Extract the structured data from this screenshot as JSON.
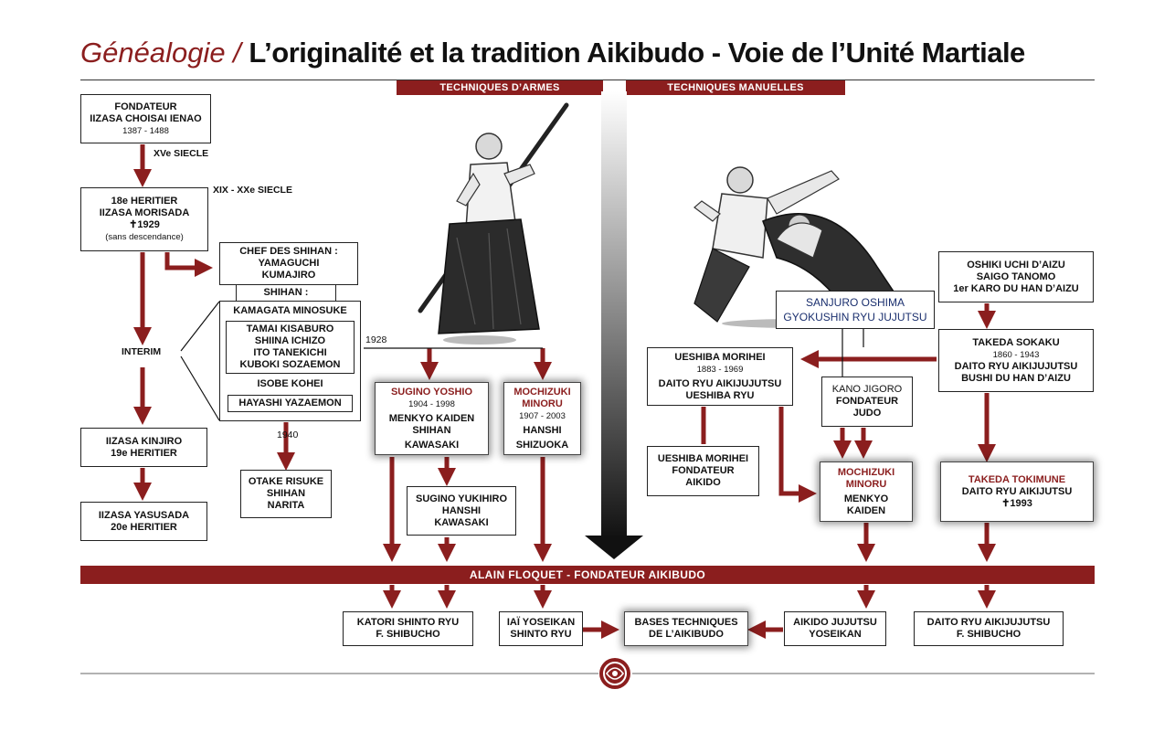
{
  "title": {
    "part1": "Généalogie / ",
    "part2": "L’originalité et la tradition Aikibudo - Voie de l’Unité Martiale"
  },
  "sections": {
    "weapons": "TECHNIQUES D’ARMES",
    "manual": "TECHNIQUES MANUELLES"
  },
  "labels": {
    "xv_siecle": "XVe SIECLE",
    "xix_xx_siecle": "XIX - XXe SIECLE",
    "interim": "INTERIM",
    "y1928": "1928",
    "y1940": "1940"
  },
  "left": {
    "fondateur": [
      "FONDATEUR",
      "IIZASA CHOISAI IENAO",
      "1387 - 1488"
    ],
    "heritier18": [
      "18e HERITIER",
      "IIZASA MORISADA",
      "✝1929",
      "(sans descendance)"
    ],
    "chef_shihan": [
      "CHEF DES SHIHAN :",
      "YAMAGUCHI",
      "KUMAJIRO"
    ],
    "shihan_label": "SHIHAN :",
    "kamagata": "KAMAGATA MINOSUKE",
    "group": [
      "TAMAI KISABURO",
      "SHIINA ICHIZO",
      "ITO TANEKICHI",
      "KUBOKI SOZAEMON"
    ],
    "isobe": "ISOBE KOHEI",
    "hayashi": "HAYASHI YAZAEMON",
    "kinjiro": [
      "IIZASA KINJIRO",
      "19e HERITIER"
    ],
    "yasusada": [
      "IIZASA YASUSADA",
      "20e HERITIER"
    ],
    "otake": [
      "OTAKE RISUKE",
      "SHIHAN",
      "NARITA"
    ]
  },
  "middle": {
    "sugino": [
      "SUGINO YOSHIO",
      "1904 - 1998",
      "MENKYO KAIDEN",
      "SHIHAN",
      "KAWASAKI"
    ],
    "mochizuki": [
      "MOCHIZUKI",
      "MINORU",
      "1907 - 2003",
      "HANSHI",
      "SHIZUOKA"
    ],
    "yukihiro": [
      "SUGINO YUKIHIRO",
      "HANSHI",
      "KAWASAKI"
    ]
  },
  "right": {
    "oshiki": [
      "OSHIKI UCHI D’AIZU",
      "SAIGO TANOMO",
      "1er KARO DU HAN D’AIZU"
    ],
    "sanjuro": [
      "SANJURO OSHIMA",
      "GYOKUSHIN RYU JUJUTSU"
    ],
    "takeda_sokaku": [
      "TAKEDA SOKAKU",
      "1860 - 1943",
      "DAITO RYU AIKIJUJUTSU",
      "BUSHI DU HAN D’AIZU"
    ],
    "ueshiba1": [
      "UESHIBA MORIHEI",
      "1883 - 1969",
      "DAITO RYU AIKIJUJUTSU",
      "UESHIBA RYU"
    ],
    "kano": [
      "KANO JIGORO",
      "FONDATEUR",
      "JUDO"
    ],
    "ueshiba2": [
      "UESHIBA MORIHEI",
      "FONDATEUR",
      "AIKIDO"
    ],
    "mochizuki2": [
      "MOCHIZUKI",
      "MINORU",
      "MENKYO",
      "KAIDEN"
    ],
    "tokimune": [
      "TAKEDA TOKIMUNE",
      "DAITO RYU AIKIJUTSU",
      "✝1993"
    ]
  },
  "founder_bar": "ALAIN FLOQUET - FONDATEUR AIKIBUDO",
  "bottom": {
    "katori": [
      "KATORI SHINTO RYU",
      "F. SHIBUCHO"
    ],
    "iai": [
      "IAÏ YOSEIKAN",
      "SHINTO RYU"
    ],
    "bases": [
      "BASES TECHNIQUES",
      "DE L’AIKIBUDO"
    ],
    "aikido_jujutsu": [
      "AIKIDO JUJUTSU",
      "YOSEIKAN"
    ],
    "daito": [
      "DAITO RYU AIKIJUJUTSU",
      "F. SHIBUCHO"
    ]
  },
  "colors": {
    "accent": "#8b1e1e",
    "text": "#111111",
    "blue_text": "#1a2f6e"
  },
  "icons": {
    "emblem": "mon-crest-icon",
    "figure_left": "sword-practitioner-figure",
    "figure_right": "aikido-throw-figure"
  }
}
